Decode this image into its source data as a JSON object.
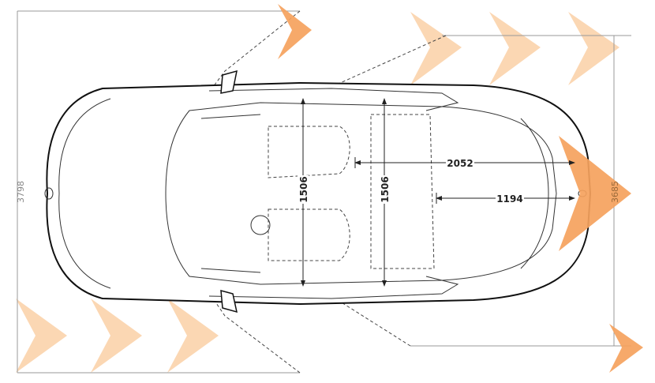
{
  "colors": {
    "accent": "#f5a25d",
    "accent_light": "#fbd7b3",
    "line": "#111111"
  },
  "dimensions": {
    "overall_length": "3798",
    "wheelbase": "3685",
    "front_to_rear_seat": "2052",
    "rear_seat_to_rear": "1194",
    "front_width": "1506",
    "rear_width": "1506"
  }
}
